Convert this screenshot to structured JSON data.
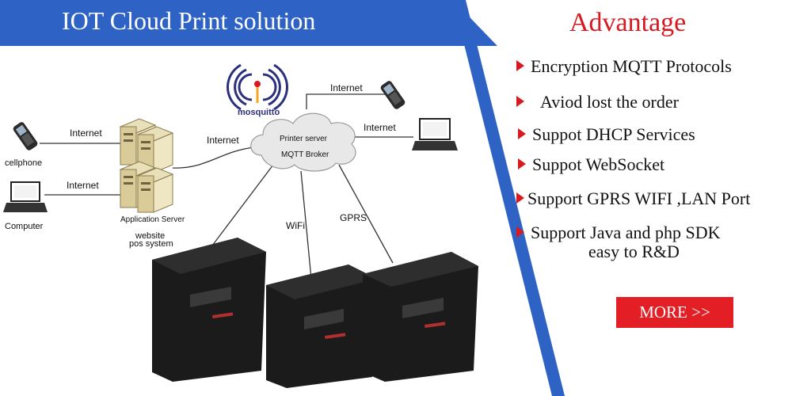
{
  "header": {
    "title": "IOT Cloud Print solution"
  },
  "advantage": {
    "title": "Advantage",
    "items": [
      "Encryption MQTT Protocols",
      "Aviod lost the order",
      "Suppot DHCP Services",
      "Suppot WebSocket",
      "Support GPRS WIFI ,LAN  Port",
      "Support Java and php SDK",
      "easy to R&D"
    ],
    "more_button": "MORE >>"
  },
  "diagram": {
    "logo_text": "mosquitto",
    "cloud_line1": "Printer server",
    "cloud_line2": "MQTT Broker",
    "labels": {
      "cellphone": "cellphone",
      "computer": "Computer",
      "internet_phone_left": "Internet",
      "internet_computer_left": "Internet",
      "internet_server": "Internet",
      "internet_phone_right": "Internet",
      "internet_laptop_right": "Internet",
      "app_server": "Application Server",
      "website": "website",
      "pos": "pos system",
      "wifi": "WiFi",
      "gprs": "GPRS"
    }
  },
  "colors": {
    "banner_blue": "#2e62c4",
    "accent_red": "#d71920",
    "button_red": "#e31e24"
  }
}
